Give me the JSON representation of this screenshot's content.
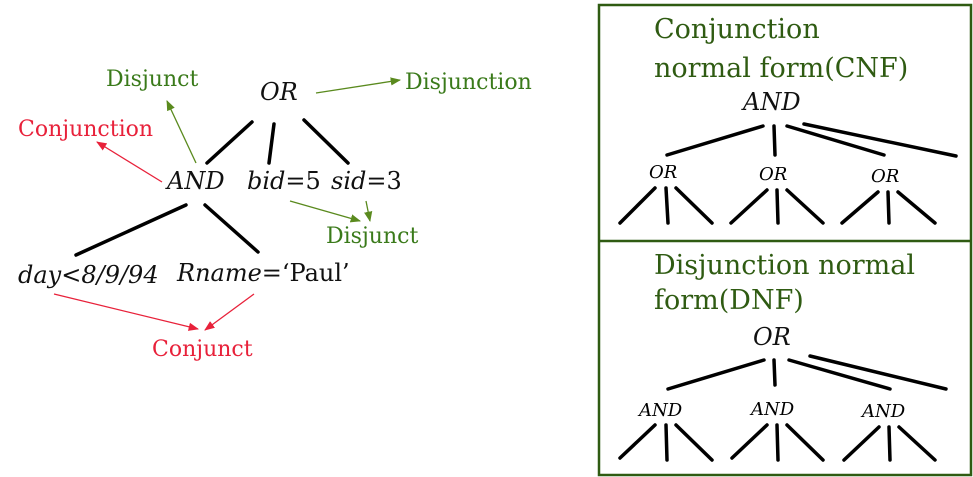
{
  "colors": {
    "red_annotation": "#e8213a",
    "green_annotation": "#3a7a1a",
    "green_arrow": "#5a8a1e",
    "panel_border": "#2f5b12",
    "heading": "#2f5b12"
  },
  "tree": {
    "root": "OR",
    "and_node": "AND",
    "bid_var": "bid",
    "bid_rest": "=5",
    "sid_var": "sid",
    "sid_rest": "=3",
    "day_var": "day",
    "day_rest": "<8/9/94",
    "rname_var": "Rname",
    "rname_rest": "=‘Paul’"
  },
  "annotations": {
    "disjunct_top": "Disjunct",
    "disjunction": "Disjunction",
    "conjunction": "Conjunction",
    "disjunct_bottom": "Disjunct",
    "conjunct": "Conjunct"
  },
  "cnf": {
    "title_line1": "Conjunction",
    "title_line2": "normal form(CNF)",
    "root": "AND",
    "children": [
      "OR",
      "OR",
      "OR"
    ]
  },
  "dnf": {
    "title_line1": "Disjunction normal",
    "title_line2": "form(DNF)",
    "root": "OR",
    "children": [
      "AND",
      "AND",
      "AND"
    ]
  }
}
